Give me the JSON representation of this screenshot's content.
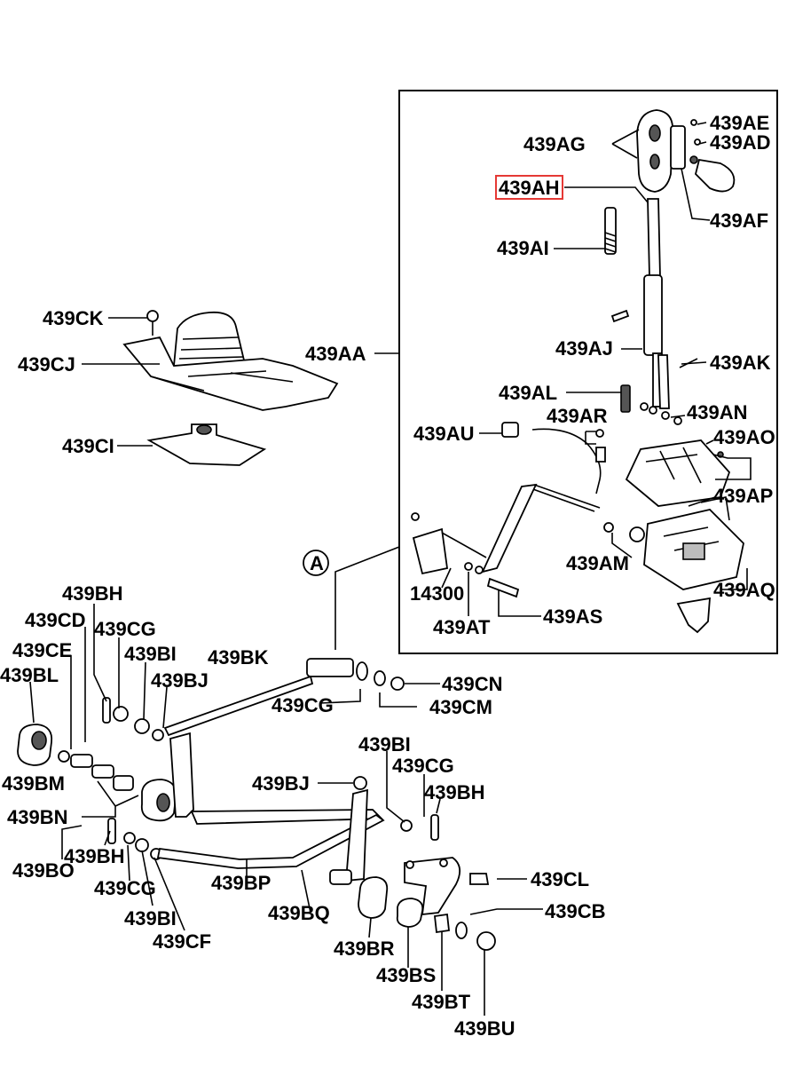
{
  "labels": {
    "AE": "439AE",
    "AD": "439AD",
    "AG": "439AG",
    "AH": "439AH",
    "AF": "439AF",
    "AI": "439AI",
    "AA": "439AA",
    "AJ": "439AJ",
    "AK": "439AK",
    "AL": "439AL",
    "AN": "439AN",
    "AR": "439AR",
    "AU": "439AU",
    "AO": "439AO",
    "AP": "439AP",
    "AM": "439AM",
    "N14300": "14300",
    "AQ": "439AQ",
    "AT": "439AT",
    "AS": "439AS",
    "CK": "439CK",
    "CJ": "439CJ",
    "CI": "439CI",
    "circleA": "A",
    "BH1": "439BH",
    "CD": "439CD",
    "CG1": "439CG",
    "CE": "439CE",
    "BI1": "439BI",
    "BK": "439BK",
    "BL": "439BL",
    "BJ1": "439BJ",
    "CN": "439CN",
    "CG2": "439CG",
    "CM": "439CM",
    "BI2": "439BI",
    "CG3": "439CG",
    "BM": "439BM",
    "BJ2": "439BJ",
    "BH2": "439BH",
    "BN": "439BN",
    "BH3": "439BH",
    "BO": "439BO",
    "CL": "439CL",
    "BP": "439BP",
    "CG4": "439CG",
    "CB": "439CB",
    "BQ": "439BQ",
    "BI3": "439BI",
    "CF": "439CF",
    "BR": "439BR",
    "BS": "439BS",
    "BT": "439BT",
    "BU": "439BU"
  },
  "highlight_color": "#e53935"
}
